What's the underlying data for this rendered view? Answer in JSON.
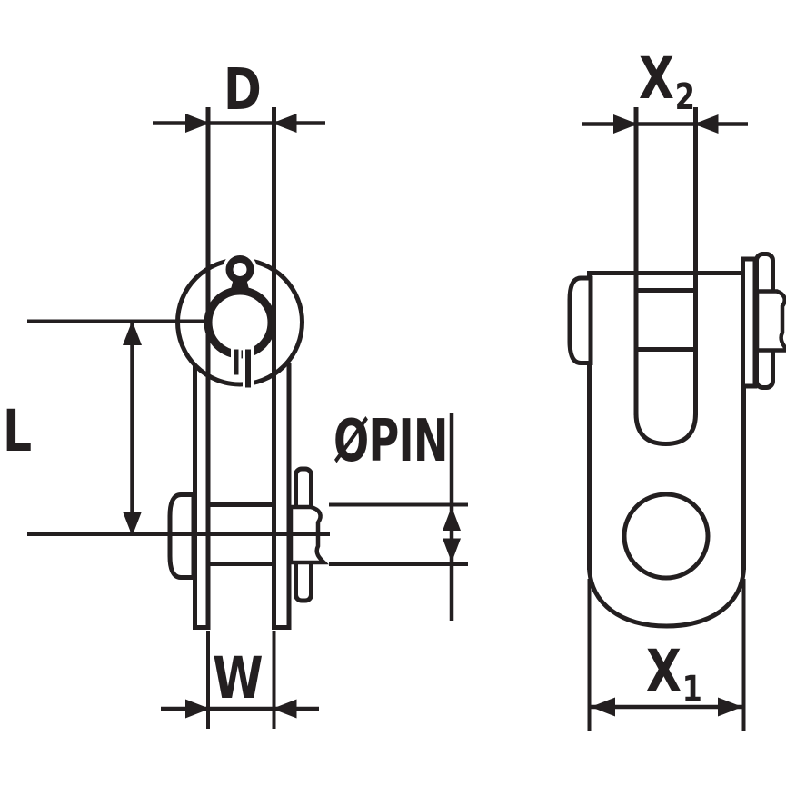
{
  "drawing": {
    "background_color": "#ffffff",
    "line_color": "#231f20",
    "views": {
      "side_view_name": "toggle-side-view",
      "front_view_name": "toggle-front-view"
    },
    "dimension_labels": {
      "stud_diameter": "D",
      "length": "L",
      "jaw_width": "W",
      "pin_diameter": "ØPIN",
      "x1": {
        "base": "X",
        "sub": "1"
      },
      "x2": {
        "base": "X",
        "sub": "2"
      }
    }
  }
}
